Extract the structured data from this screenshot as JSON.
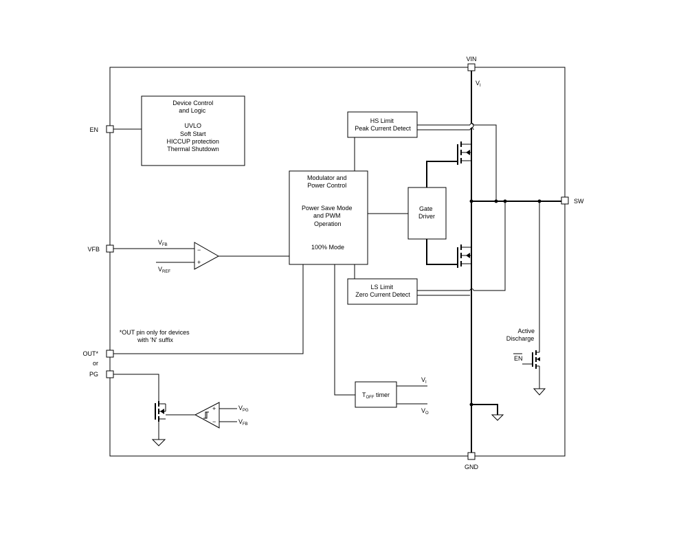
{
  "pins": {
    "vin": "VIN",
    "gnd": "GND",
    "en": "EN",
    "vfb": "VFB",
    "out": "OUT*",
    "or": "or",
    "pg": "PG",
    "sw": "SW"
  },
  "blocks": {
    "device_control": [
      "Device Control",
      "and Logic",
      "",
      "UVLO",
      "Soft Start",
      "HICCUP protection",
      "Thermal Shutdown"
    ],
    "modulator": [
      "Modulator and",
      "Power Control",
      "",
      "Power Save Mode",
      "and PWM",
      "Operation",
      "",
      "100% Mode"
    ],
    "hs_limit": [
      "HS Limit",
      "Peak Current Detect"
    ],
    "ls_limit": [
      "LS Limit",
      "Zero Current Detect"
    ],
    "gate_driver": [
      "Gate",
      "Driver"
    ],
    "toff_timer": "T",
    "toff_sub": "OFF",
    "toff_suffix": " timer"
  },
  "labels": {
    "vi_top": "V",
    "vi_top_sub": "I",
    "vfb_minus": "V",
    "vfb_minus_sub": "FB",
    "vref": "V",
    "vref_sub": "REF",
    "minus": "−",
    "plus": "+",
    "out_note": [
      "*OUT pin only for devices",
      "with 'N' suffix"
    ],
    "vpg": "V",
    "vpg_sub": "PG",
    "vfb2": "V",
    "vfb2_sub": "FB",
    "toff_vi": "V",
    "toff_vi_sub": "I",
    "toff_vo": "V",
    "toff_vo_sub": "O",
    "active_discharge": [
      "Active",
      "Discharge"
    ],
    "en_bar": "EN"
  }
}
